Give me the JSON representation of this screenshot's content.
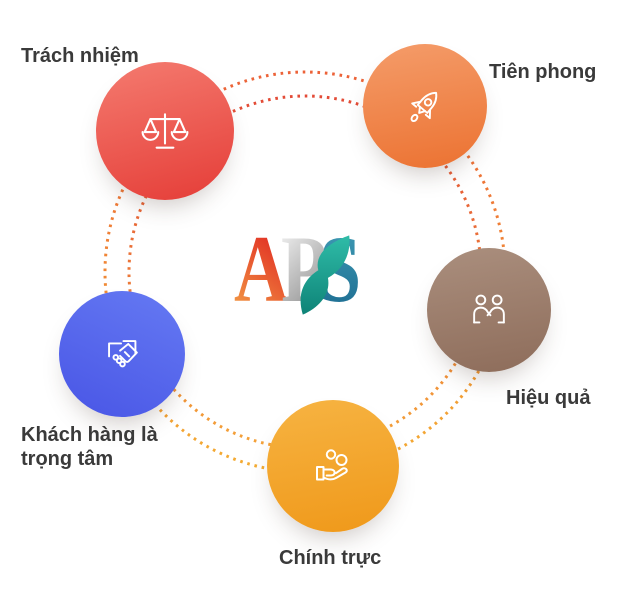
{
  "diagram": {
    "title": "APS core values wheel",
    "logo": {
      "text": "APS",
      "letters": [
        "A",
        "P",
        "S"
      ],
      "colors": {
        "a_gradient": [
          "#f29a45",
          "#e23325"
        ],
        "p_gradient": [
          "#e6e6e6",
          "#8f8f8f"
        ],
        "s_gradient": [
          "#3d98b2",
          "#1d6d92"
        ],
        "swoosh_gradient": [
          "#2fbca8",
          "#0e8377"
        ]
      }
    },
    "orbit": {
      "outer_dotted_colors": [
        "#ec6238",
        "#f4ac32"
      ],
      "inner_dotted_colors": [
        "#e34b37",
        "#f4a238"
      ]
    },
    "values": [
      {
        "label": "Trách nhiệm",
        "icon": "scales-icon",
        "color_from": "#f3766b",
        "color_to": "#e6423c"
      },
      {
        "label": "Tiên phong",
        "icon": "rocket-icon",
        "color_from": "#f49a67",
        "color_to": "#ec7434"
      },
      {
        "label": "Hiệu quả",
        "icon": "partnership-icon",
        "color_from": "#a98d7c",
        "color_to": "#8f6e5c"
      },
      {
        "label": "Chính trực",
        "icon": "giving-hand-icon",
        "color_from": "#f6b240",
        "color_to": "#f09a1c"
      },
      {
        "label": "Khách hàng là trọng tâm",
        "icon": "handshake-icon",
        "color_from": "#6377f2",
        "color_to": "#4a57e6"
      }
    ],
    "label_color": "#3a3a3a"
  }
}
